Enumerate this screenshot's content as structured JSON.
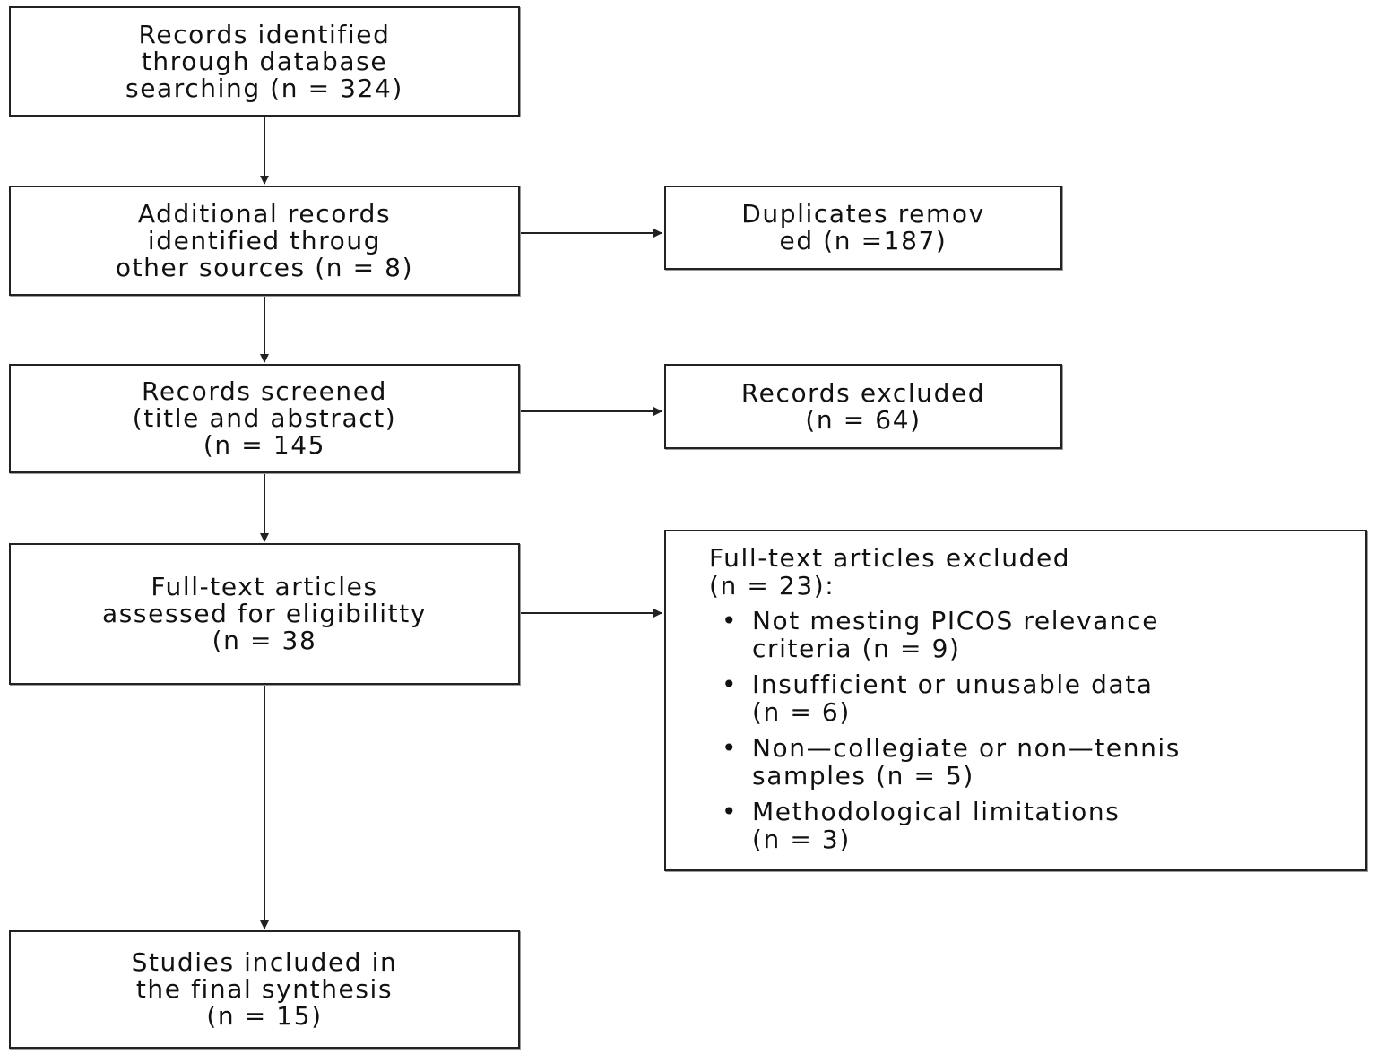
{
  "boxes": {
    "identified": [
      "Records identified",
      "through database",
      "searching (n =  324)"
    ],
    "additional": [
      "Additional records",
      "identified throug",
      "other sources (n =  8)"
    ],
    "duplicates": [
      "Duplicates remov",
      "ed (n =187)"
    ],
    "screened": [
      "Records screened",
      "(title and abstract)",
      "(n = 145"
    ],
    "records_excluded": [
      "Records excluded",
      "(n =  64)"
    ],
    "fulltext_assessed": [
      "Full-text articles",
      "assessed for eligibilitty",
      "(n = 38"
    ],
    "fulltext_excluded": {
      "heading": [
        "Full-text articles excluded",
        "(n = 23):"
      ],
      "bullet_glyph": "•",
      "reasons": [
        [
          "Not mesting PICOS relevance",
          "criteria (n = 9)"
        ],
        [
          "Insufficient or unusable data",
          "(n = 6)"
        ],
        [
          "Non—collegiate or non—tennis",
          "samples (n = 5)"
        ],
        [
          "Methodological limitations",
          "(n = 3)"
        ]
      ]
    },
    "included": [
      "Studies included in",
      "the final synthesis",
      "(n = 15)"
    ]
  },
  "colors": {
    "stroke": "#222222",
    "text": "#111111",
    "background": "#ffffff"
  }
}
